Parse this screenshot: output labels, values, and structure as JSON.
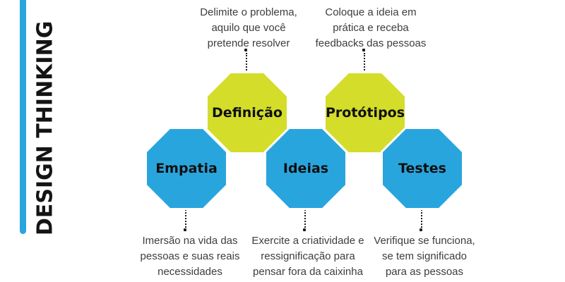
{
  "title": "DESIGN THINKING",
  "colors": {
    "blue": "#29a5de",
    "green": "#d3dd2a",
    "note_text": "#3d3d3d",
    "label_text": "#101010"
  },
  "stages": [
    {
      "label": "Definição",
      "color": "green",
      "note": {
        "line1": "Delimite o problema,",
        "line2": "aquilo que você",
        "line3": "pretende resolver"
      }
    },
    {
      "label": "Protótipos",
      "color": "green",
      "note": {
        "line1": "Coloque a ideia em",
        "line2": "prática e receba",
        "line3": "feedbacks das pessoas"
      }
    },
    {
      "label": "Empatia",
      "color": "blue",
      "note": {
        "line1": "Imersão na vida das",
        "line2": "pessoas e suas reais",
        "line3": "necessidades"
      }
    },
    {
      "label": "Ideias",
      "color": "blue",
      "note": {
        "line1": "Exercite a criatividade e",
        "line2": "ressignificação para",
        "line3": "pensar fora da caixinha"
      }
    },
    {
      "label": "Testes",
      "color": "blue",
      "note": {
        "line1": "Verifique se funciona,",
        "line2": "se tem significado",
        "line3": "para as pessoas"
      }
    }
  ]
}
